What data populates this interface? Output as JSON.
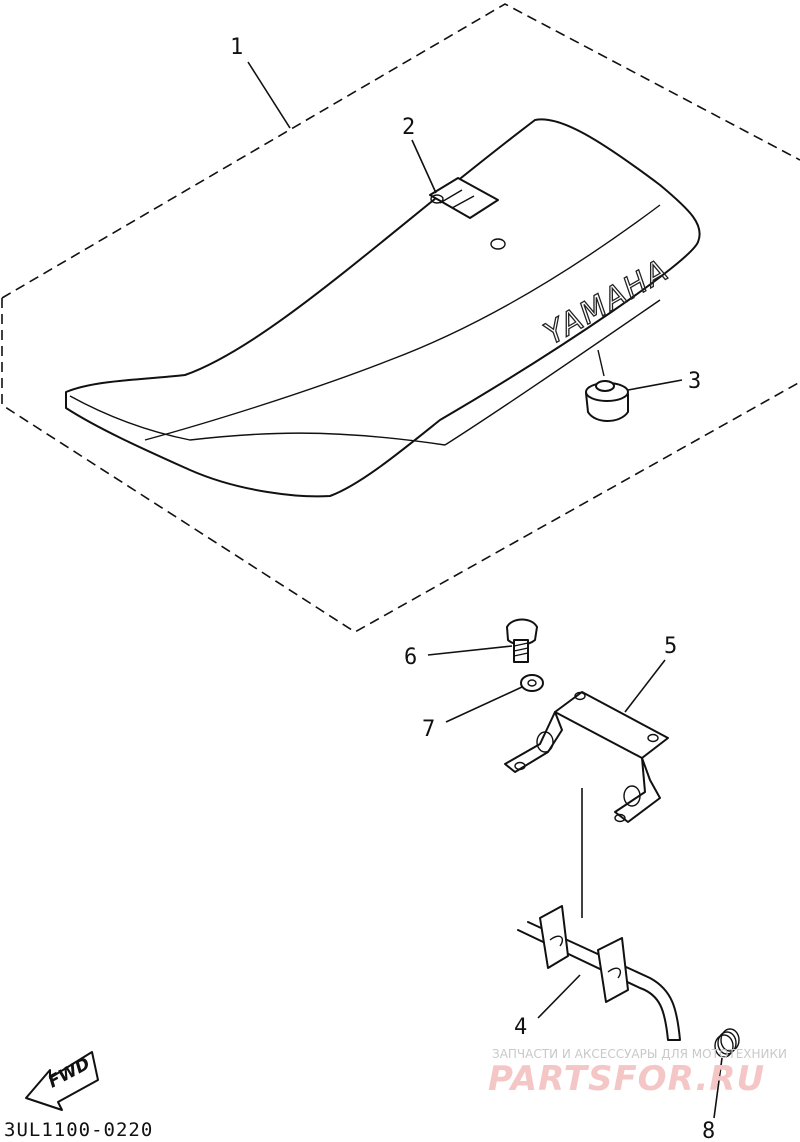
{
  "callouts": {
    "c1": "1",
    "c2": "2",
    "c3": "3",
    "c4": "4",
    "c5": "5",
    "c6": "6",
    "c7": "7",
    "c8": "8"
  },
  "seat_brand": "YAMAHA",
  "fwd_label": "FWD",
  "drawing_code": "3UL1100-0220",
  "watermark": {
    "line1": "ЗАПЧАСТИ И АКСЕССУАРЫ ДЛЯ МОТОТЕХНИКИ",
    "line2": "PARTSFOR.RU"
  }
}
